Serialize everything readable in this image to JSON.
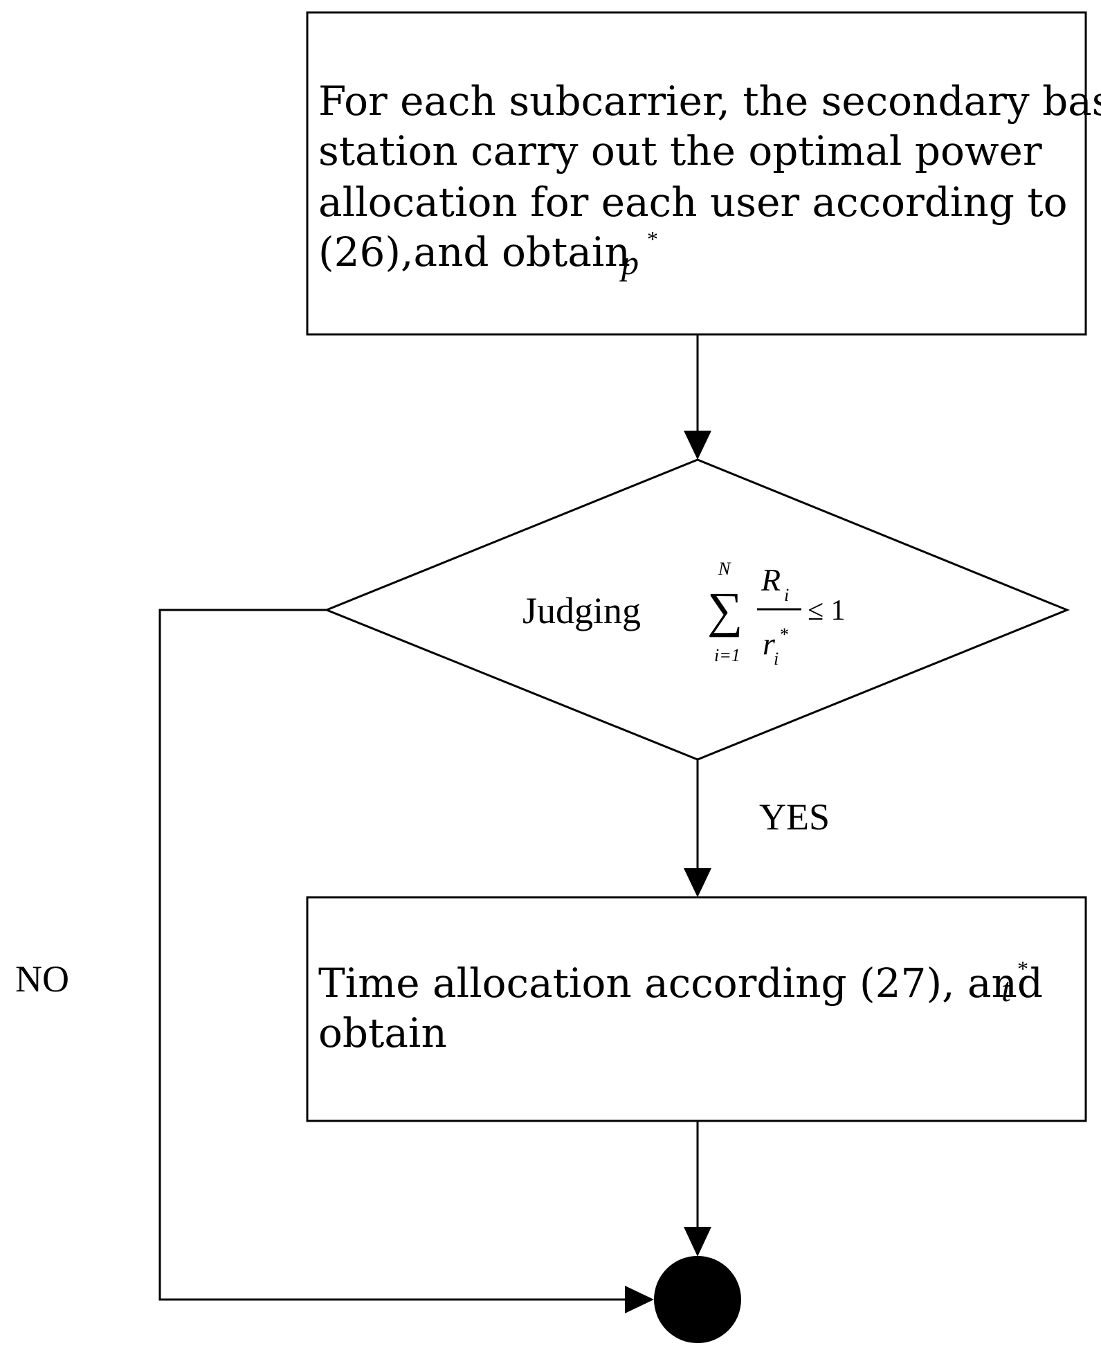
{
  "process_box_1": {
    "lines": [
      "For each subcarrier, the secondary base",
      "station carry out the optimal power",
      "allocation for each user according to",
      "(26),and obtain"
    ],
    "result_symbol": "p",
    "result_superscript": "*"
  },
  "decision": {
    "label": "Judging",
    "sum_symbol": "∑",
    "sum_upper": "N",
    "sum_lower": "i=1",
    "numerator": "R",
    "numerator_sub": "i",
    "denominator": "r",
    "denominator_sub": "i",
    "denominator_sup": "*",
    "relation": "≤ 1"
  },
  "yes_label": "YES",
  "no_label": "NO",
  "process_box_2": {
    "line1": "Time allocation according (27), and",
    "line2": "obtain",
    "result_symbol": "t",
    "result_superscript": "*"
  }
}
